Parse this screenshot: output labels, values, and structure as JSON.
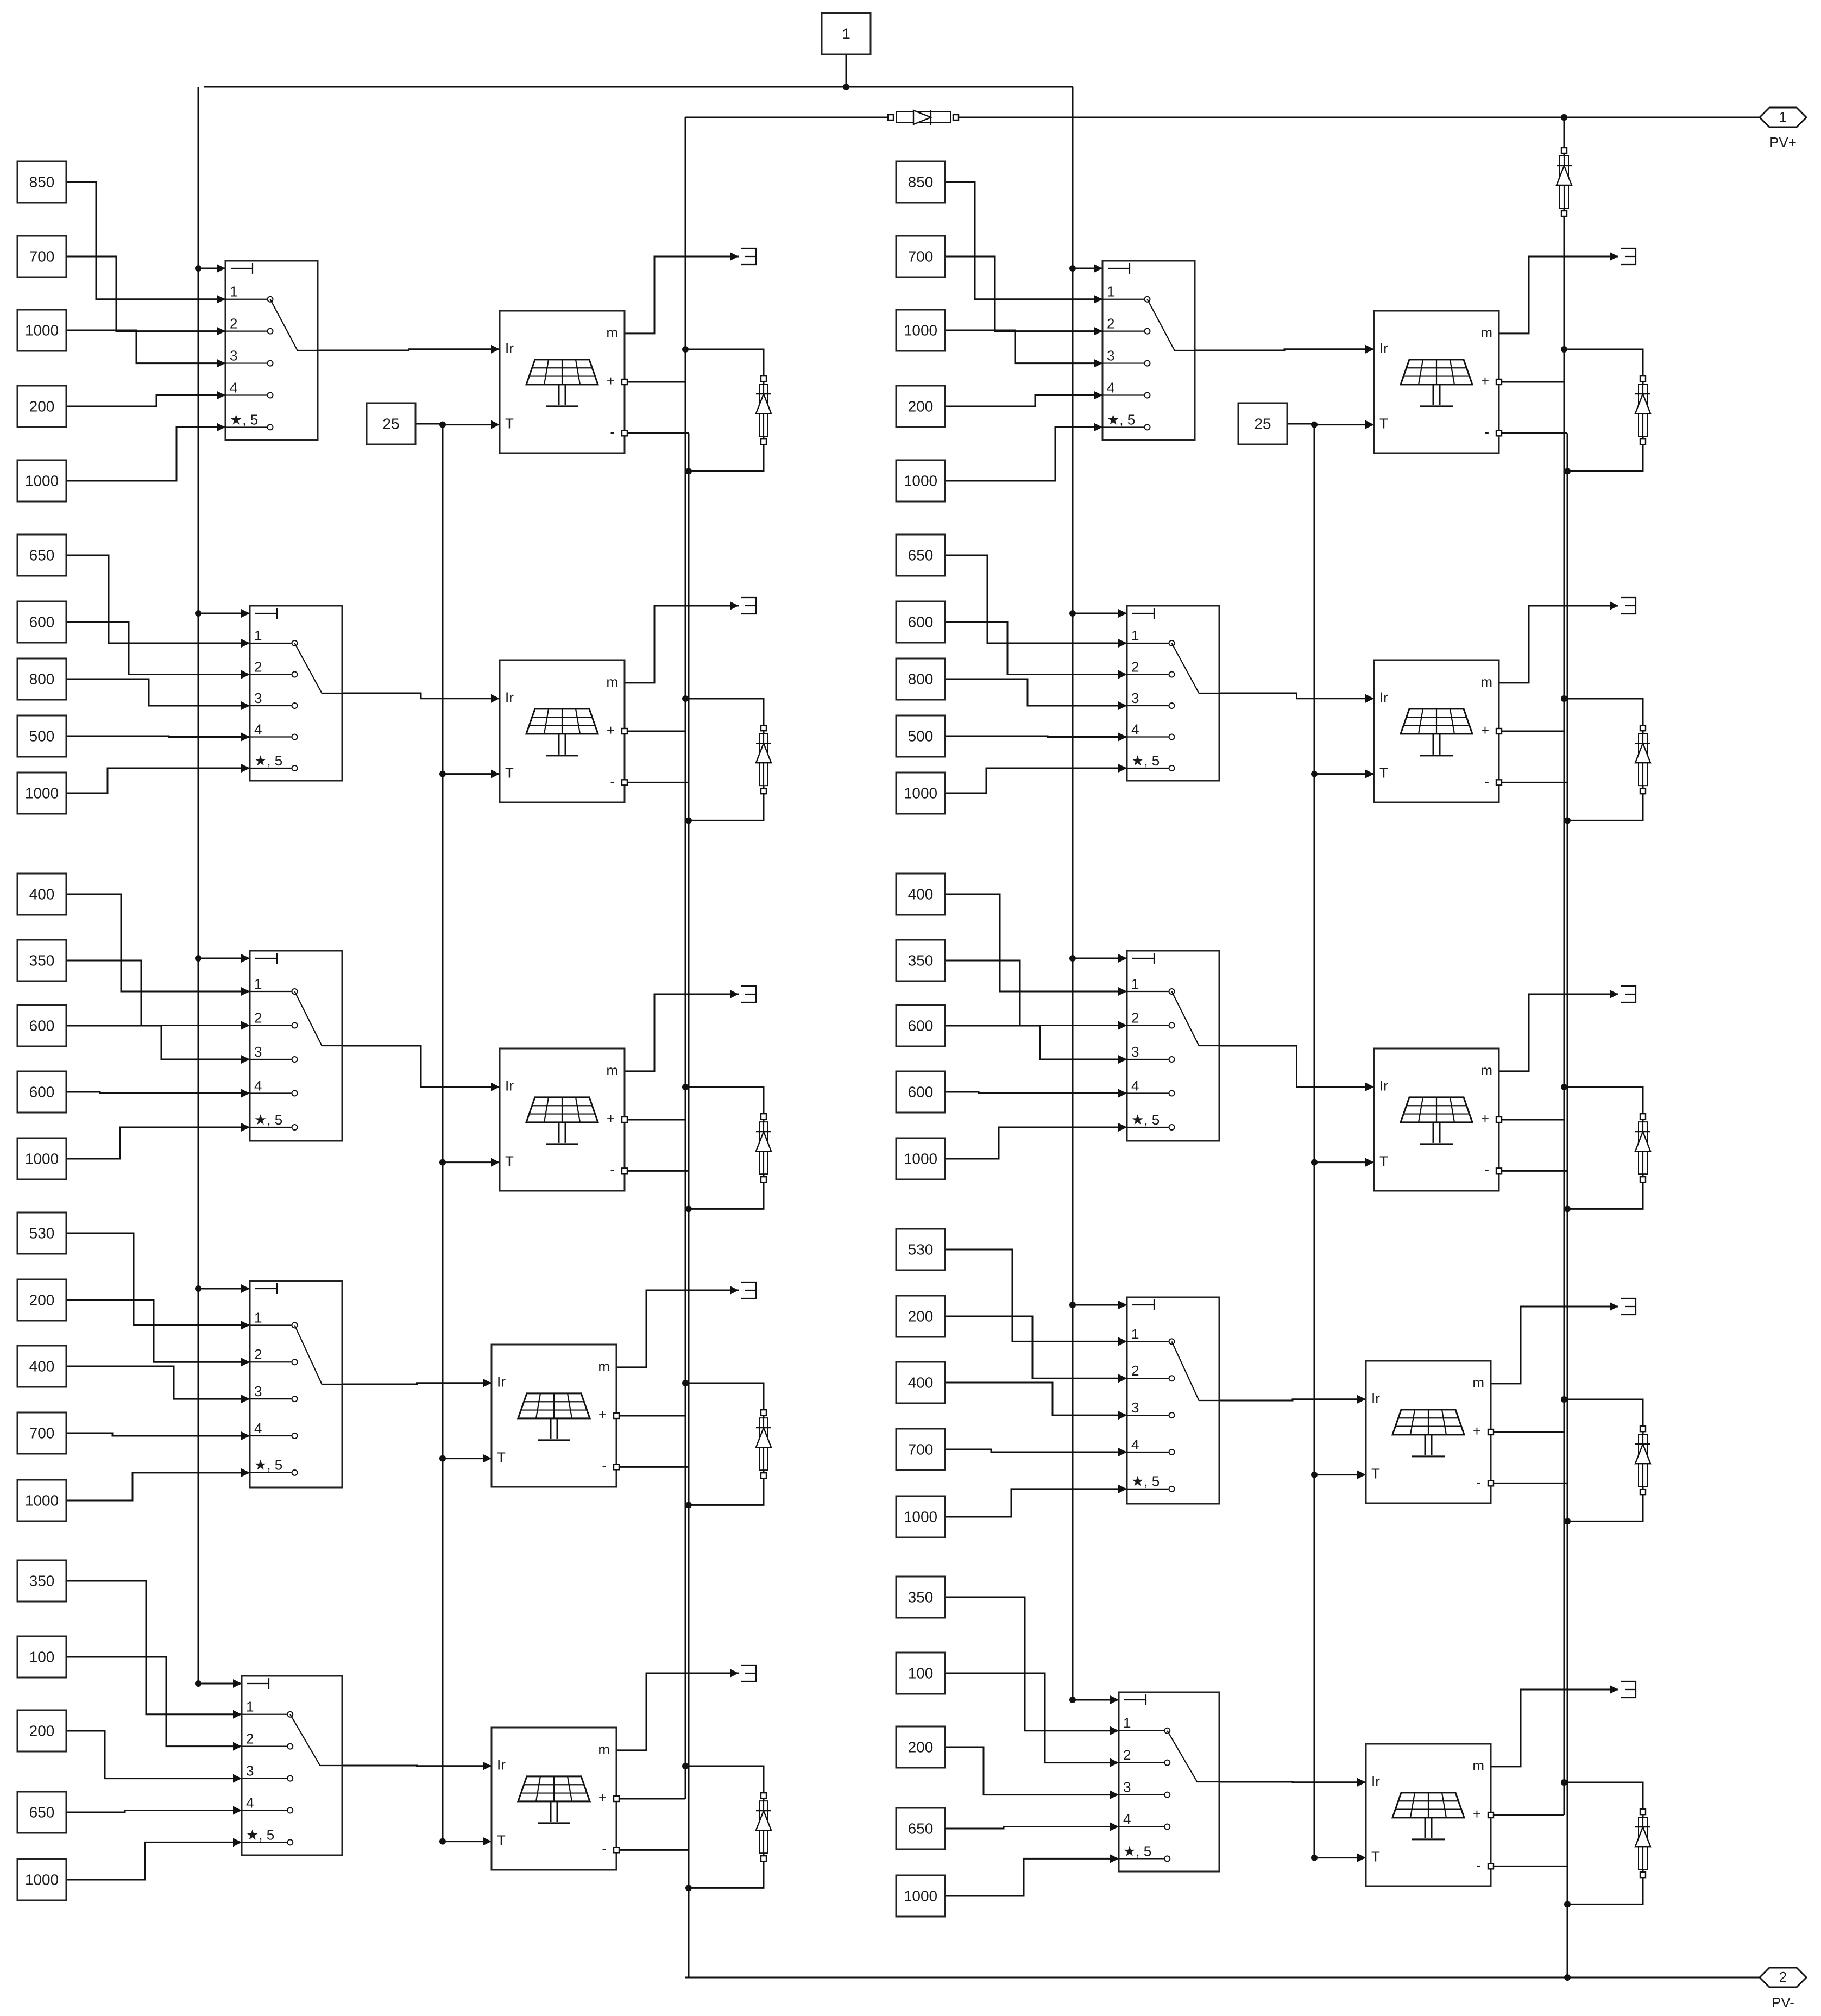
{
  "colors": {
    "line": "#111111",
    "block_border": "#222222",
    "background": "#ffffff"
  },
  "top_constant": "1",
  "outports": {
    "pv_plus": {
      "number": "1",
      "label": "PV+"
    },
    "pv_minus": {
      "number": "2",
      "label": "PV-"
    }
  },
  "temperature_value": "25",
  "switch_port_labels": [
    "1",
    "2",
    "3",
    "4",
    "★, 5"
  ],
  "panel_port_labels": {
    "irradiance": "Ir",
    "temperature": "T",
    "measurement": "m",
    "positive": "+",
    "negative": "-"
  },
  "icons": {
    "pv_panel": "solar-panel-icon",
    "bypass_diode": "diode-icon",
    "terminator": "terminator-icon",
    "switch": "multiport-switch"
  },
  "strings": [
    {
      "name": "left",
      "groups": [
        {
          "constants": [
            "850",
            "700",
            "1000",
            "200",
            "1000"
          ]
        },
        {
          "constants": [
            "650",
            "600",
            "800",
            "500",
            "1000"
          ]
        },
        {
          "constants": [
            "400",
            "350",
            "600",
            "600",
            "1000"
          ]
        },
        {
          "constants": [
            "530",
            "200",
            "400",
            "700",
            "1000"
          ]
        },
        {
          "constants": [
            "350",
            "100",
            "200",
            "650",
            "1000"
          ]
        }
      ]
    },
    {
      "name": "right",
      "groups": [
        {
          "constants": [
            "850",
            "700",
            "1000",
            "200",
            "1000"
          ]
        },
        {
          "constants": [
            "650",
            "600",
            "800",
            "500",
            "1000"
          ]
        },
        {
          "constants": [
            "400",
            "350",
            "600",
            "600",
            "1000"
          ]
        },
        {
          "constants": [
            "530",
            "200",
            "400",
            "700",
            "1000"
          ]
        },
        {
          "constants": [
            "350",
            "100",
            "200",
            "650",
            "1000"
          ]
        }
      ]
    }
  ]
}
